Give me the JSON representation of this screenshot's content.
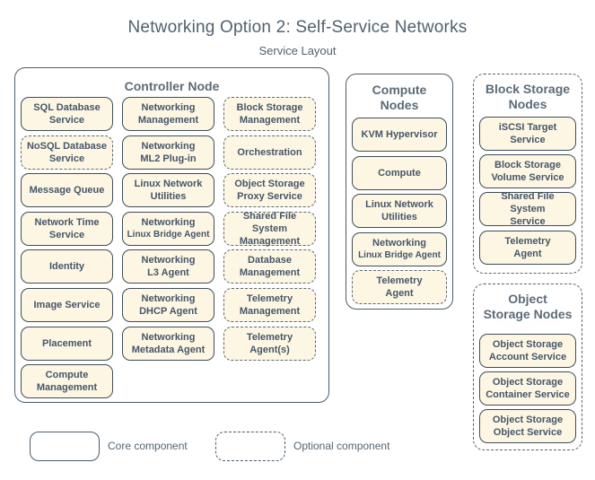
{
  "title": "Networking Option 2: Self-Service Networks",
  "subtitle": "Service Layout",
  "colors": {
    "box_fill": "#fdf6e3",
    "border": "#3e4d58",
    "text": "#46566a",
    "title_text": "#516170",
    "background": "#ffffff"
  },
  "groups": [
    {
      "name": "controller-node",
      "title_line1": "Controller Node",
      "title_line2": "",
      "optional": false,
      "columns": [
        [
          {
            "line1": "SQL Database",
            "line2": "Service",
            "optional": false
          },
          {
            "line1": "NoSQL Database",
            "line2": "Service",
            "optional": true
          },
          {
            "line1": "Message Queue",
            "line2": "",
            "optional": false
          },
          {
            "line1": "Network Time",
            "line2": "Service",
            "optional": false
          },
          {
            "line1": "Identity",
            "line2": "",
            "optional": false
          },
          {
            "line1": "Image Service",
            "line2": "",
            "optional": false
          },
          {
            "line1": "Placement",
            "line2": "",
            "optional": false
          },
          {
            "line1": "Compute",
            "line2": "Management",
            "optional": false
          }
        ],
        [
          {
            "line1": "Networking",
            "line2": "Management",
            "optional": false
          },
          {
            "line1": "Networking",
            "line2": "ML2 Plug-in",
            "optional": false
          },
          {
            "line1": "Linux Network",
            "line2": "Utilities",
            "optional": false
          },
          {
            "line1": "Networking",
            "line2": "Linux Bridge Agent",
            "optional": false,
            "small2": true
          },
          {
            "line1": "Networking",
            "line2": "L3 Agent",
            "optional": false
          },
          {
            "line1": "Networking",
            "line2": "DHCP Agent",
            "optional": false
          },
          {
            "line1": "Networking",
            "line2": "Metadata Agent",
            "optional": false
          }
        ],
        [
          {
            "line1": "Block Storage",
            "line2": "Management",
            "optional": true
          },
          {
            "line1": "Orchestration",
            "line2": "",
            "optional": true
          },
          {
            "line1": "Object Storage",
            "line2": "Proxy Service",
            "optional": true
          },
          {
            "line1": "Shared File System",
            "line2": "Management",
            "optional": true
          },
          {
            "line1": "Database",
            "line2": "Management",
            "optional": true
          },
          {
            "line1": "Telemetry",
            "line2": "Management",
            "optional": true
          },
          {
            "line1": "Telemetry",
            "line2": "Agent(s)",
            "optional": true
          }
        ]
      ]
    },
    {
      "name": "compute-nodes",
      "title_line1": "Compute",
      "title_line2": "Nodes",
      "optional": false,
      "columns": [
        [
          {
            "line1": "KVM Hypervisor",
            "line2": "",
            "optional": false
          },
          {
            "line1": "Compute",
            "line2": "",
            "optional": false
          },
          {
            "line1": "Linux Network",
            "line2": "Utilities",
            "optional": false
          },
          {
            "line1": "Networking",
            "line2": "Linux Bridge Agent",
            "optional": false,
            "small2": true
          },
          {
            "line1": "Telemetry",
            "line2": "Agent",
            "optional": true
          }
        ]
      ]
    },
    {
      "name": "block-storage-nodes",
      "title_line1": "Block Storage",
      "title_line2": "Nodes",
      "optional": true,
      "columns": [
        [
          {
            "line1": "iSCSI Target",
            "line2": "Service",
            "optional": false
          },
          {
            "line1": "Block Storage",
            "line2": "Volume Service",
            "optional": false
          },
          {
            "line1": "Shared File System",
            "line2": "Service",
            "optional": false
          },
          {
            "line1": "Telemetry",
            "line2": "Agent",
            "optional": false
          }
        ]
      ]
    },
    {
      "name": "object-storage-nodes",
      "title_line1": "Object",
      "title_line2": "Storage Nodes",
      "optional": true,
      "columns": [
        [
          {
            "line1": "Object Storage",
            "line2": "Account Service",
            "optional": false
          },
          {
            "line1": "Object Storage",
            "line2": "Container Service",
            "optional": false
          },
          {
            "line1": "Object Storage",
            "line2": "Object Service",
            "optional": false
          }
        ]
      ]
    }
  ],
  "legend": {
    "core_label": "Core component",
    "optional_label": "Optional component"
  }
}
